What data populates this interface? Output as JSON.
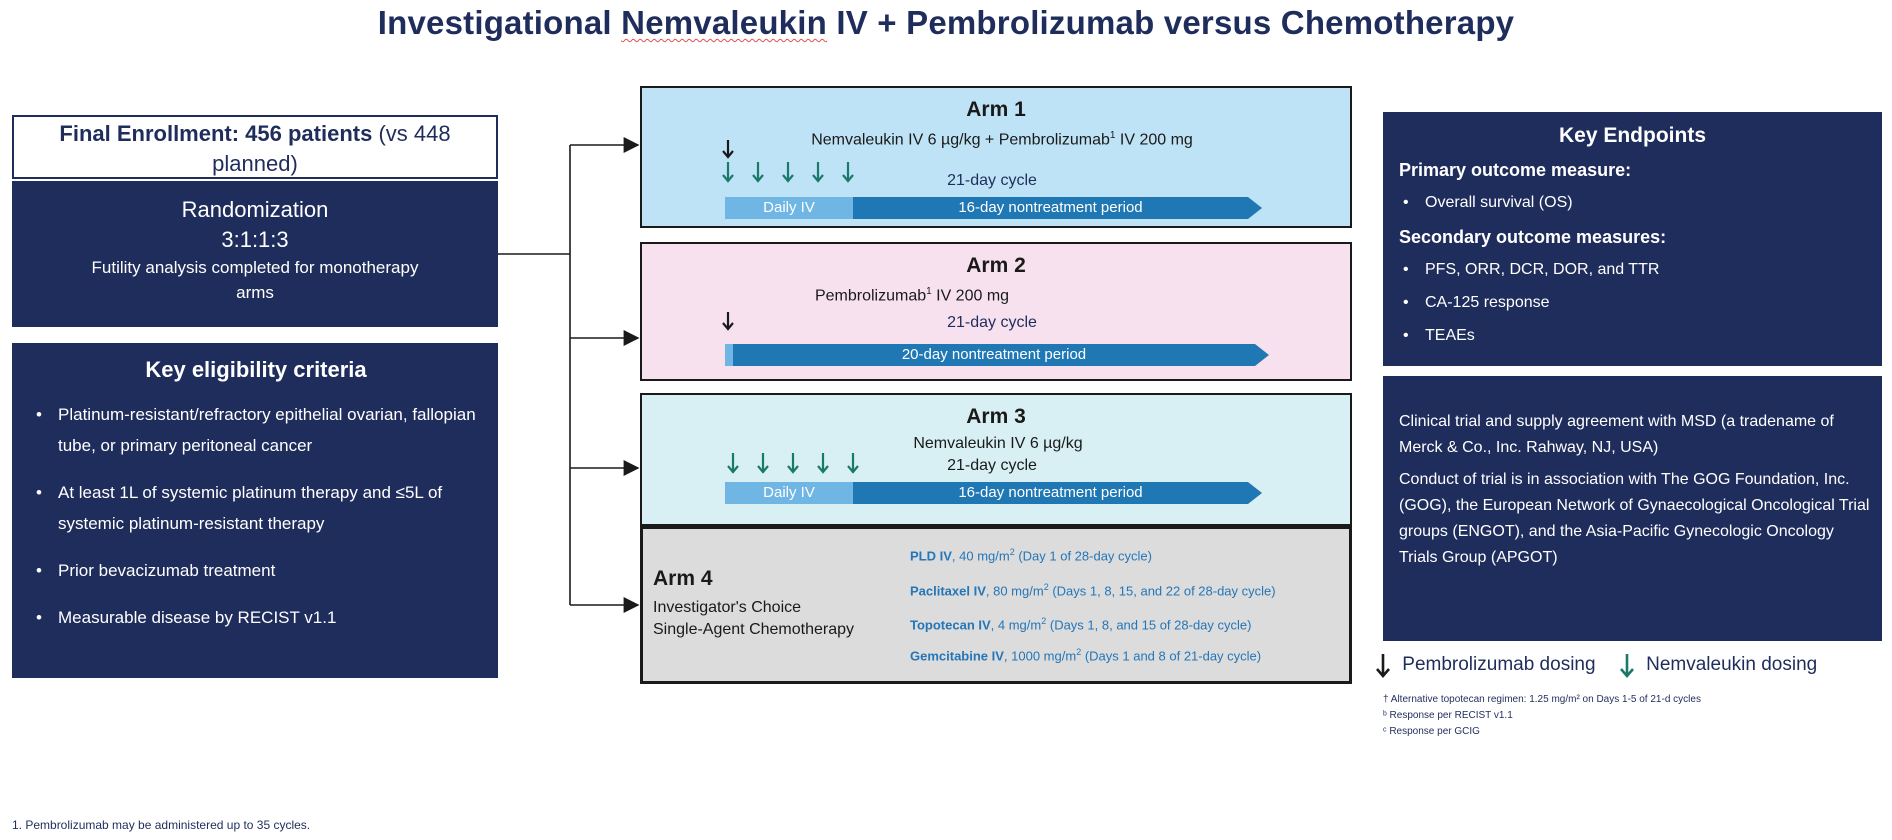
{
  "title": {
    "prefix": "Investigational ",
    "underlined": "Nemvaleukin",
    "suffix": " IV + Pembrolizumab versus Chemotherapy"
  },
  "enrollment": {
    "bold": "Final Enrollment: 456 patients",
    "rest": " (vs 448 planned)"
  },
  "randomization": {
    "label": "Randomization",
    "ratio": "3:1:1:3",
    "note": "Futility analysis completed for monotherapy arms"
  },
  "eligibility": {
    "heading": "Key eligibility criteria",
    "items": [
      "Platinum-resistant/refractory epithelial ovarian, fallopian tube, or primary peritoneal cancer",
      "At least 1L of systemic platinum therapy and ≤5L of systemic platinum-resistant therapy",
      "Prior bevacizumab treatment",
      "Measurable disease by RECIST v1.1"
    ]
  },
  "arm1": {
    "name": "Arm 1",
    "drug_a": "Nemvaleukin IV 6 µg/kg  + Pembrolizumab",
    "sup": "1",
    "drug_b": " IV 200 mg",
    "cycle": "21-day cycle",
    "seg1": "Daily IV",
    "seg2": "16-day nontreatment period"
  },
  "arm2": {
    "name": "Arm 2",
    "drug_a": "Pembrolizumab",
    "sup": "1",
    "drug_b": " IV 200 mg",
    "cycle": "21-day cycle",
    "seg2": "20-day nontreatment period"
  },
  "arm3": {
    "name": "Arm 3",
    "drug": "Nemvaleukin IV 6 µg/kg",
    "cycle": "21-day cycle",
    "seg1": "Daily IV",
    "seg2": "16-day nontreatment period"
  },
  "arm4": {
    "name": "Arm 4",
    "sub1": "Investigator's Choice",
    "sub2": "Single-Agent Chemotherapy",
    "regimens": [
      {
        "drug": "PLD IV",
        "dose": ", 40 mg/m",
        "sup": "2",
        "detail": " (Day 1 of 28-day cycle)"
      },
      {
        "drug": "Paclitaxel IV",
        "dose": ", 80 mg/m",
        "sup": "2",
        "detail": " (Days 1, 8, 15, and 22 of 28-day cycle)"
      },
      {
        "drug": "Topotecan IV",
        "dose": ", 4 mg/m",
        "sup": "2",
        "detail": " (Days 1, 8, and 15 of 28-day cycle)"
      },
      {
        "drug": "Gemcitabine IV",
        "dose": ", 1000 mg/m",
        "sup": "2",
        "detail": " (Days 1 and 8 of 21-day cycle)"
      }
    ]
  },
  "endpoints": {
    "heading": "Key Endpoints",
    "primary_heading": "Primary outcome measure:",
    "primary": [
      "Overall survival (OS)"
    ],
    "secondary_heading": "Secondary outcome measures:",
    "secondary": [
      "PFS, ORR, DCR, DOR, and TTR",
      "CA-125 response",
      "TEAEs"
    ]
  },
  "agreement": {
    "p1": "Clinical trial and supply agreement with MSD (a tradename of Merck & Co., Inc. Rahway, NJ, USA)",
    "p2": "Conduct of trial is in association with The GOG Foundation, Inc. (GOG), the European Network of Gynaecological Oncological Trial groups (ENGOT), and the Asia-Pacific Gynecologic Oncology Trials Group (APGOT)"
  },
  "legend": {
    "pembro": "Pembrolizumab dosing",
    "nemva": "Nemvaleukin dosing"
  },
  "footnotes": [
    "† Alternative topotecan regimen: 1.25 mg/m² on Days 1-5 of 21-d cycles",
    "ᵇ Response per RECIST v1.1",
    "ᶜ Response per GCIG"
  ],
  "footer": "1. Pembrolizumab may be administered up to 35 cycles.",
  "colors": {
    "navy": "#1f2d5c",
    "pembro_arrow": "#1a1a1a",
    "nemva_arrow": "#1a7a6a",
    "bar_dark": "#1f77b4",
    "bar_light": "#6fb6e4"
  }
}
